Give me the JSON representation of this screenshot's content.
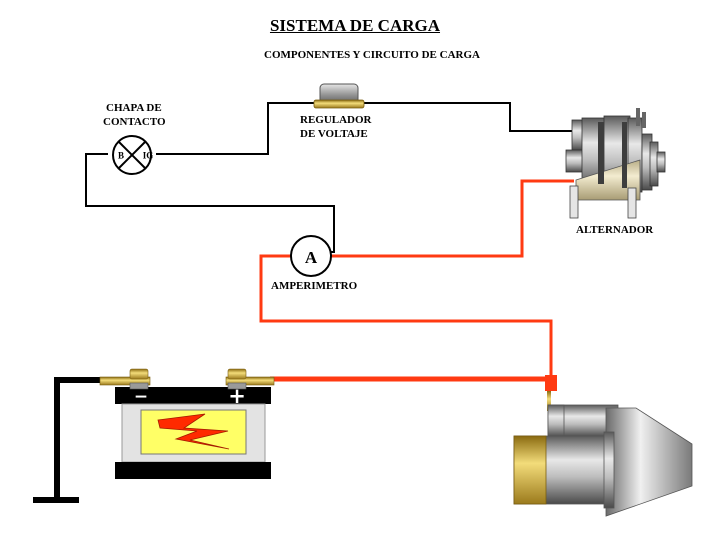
{
  "title": "SISTEMA DE CARGA",
  "subtitle": "COMPONENTES Y CIRCUITO DE CARGA",
  "components": {
    "ignition_switch": {
      "label_line1": "CHAPA DE",
      "label_line2": "CONTACTO",
      "terminal_b": "B",
      "terminal_ig": "IG"
    },
    "voltage_regulator": {
      "label_line1": "REGULADOR",
      "label_line2": "DE VOLTAJE"
    },
    "alternator": {
      "label": "ALTERNADOR"
    },
    "ammeter": {
      "label": "AMPERIMETRO",
      "symbol": "A"
    },
    "battery": {
      "negative_symbol": "−",
      "positive_symbol": "+"
    },
    "starter_motor": {}
  },
  "colors": {
    "wire_control": "#000000",
    "wire_charge": "#ff3a12",
    "battery_body": "#e3e3e3",
    "battery_panel": "#ffff66",
    "lightning": "#ff2a00",
    "terminal_gold": "#d6b24a"
  }
}
